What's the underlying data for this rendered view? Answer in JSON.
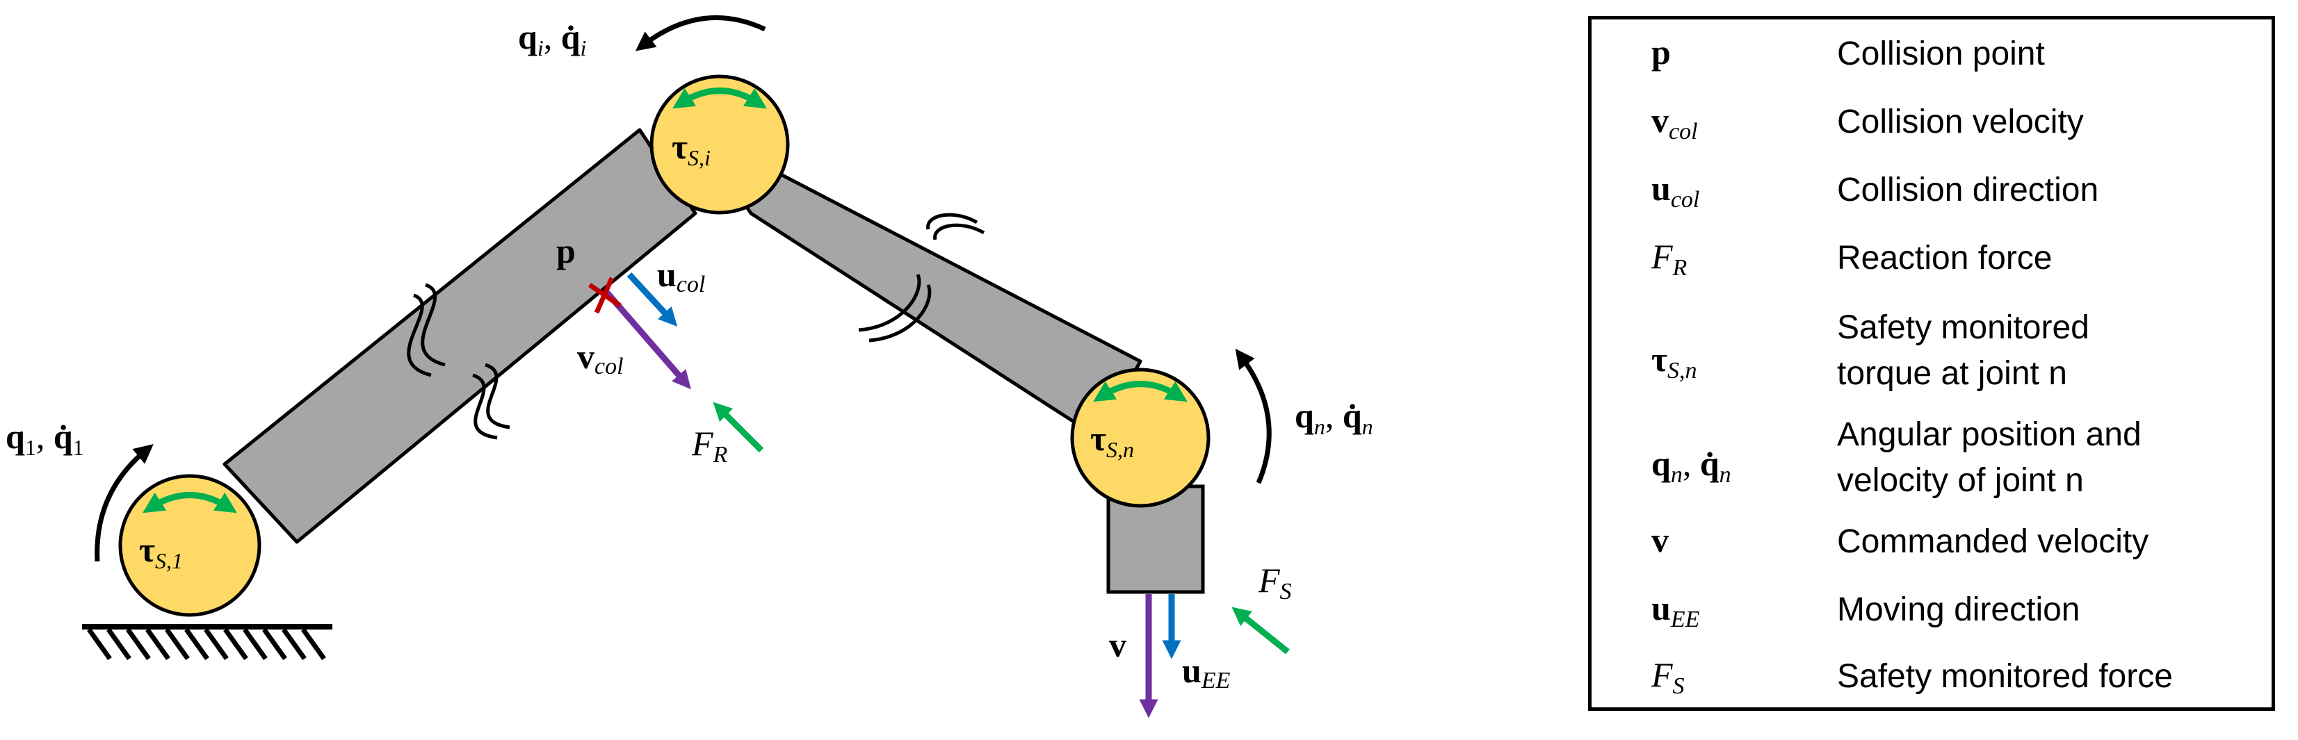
{
  "diagram": {
    "labels": {
      "p": "p",
      "v": "v",
      "u": "u",
      "F": "F",
      "q": "q",
      "q_dot": "q̇",
      "tau": "τ",
      "sub_col": "col",
      "sub_R": "R",
      "sub_S": "S",
      "sub_EE": "EE",
      "sub_1": "1",
      "sub_i": "i",
      "sub_n": "n",
      "sub_S1": "S,1",
      "sub_Si": "S,i",
      "sub_Sn": "S,n",
      "comma": ","
    }
  },
  "legend": {
    "rows": [
      {
        "symbol": "p",
        "sub": "",
        "description": "Collision point"
      },
      {
        "symbol": "v",
        "sub": "col",
        "description": "Collision velocity"
      },
      {
        "symbol": "u",
        "sub": "col",
        "description": "Collision direction"
      },
      {
        "symbol": "F",
        "sub": "R",
        "description": "Reaction force"
      },
      {
        "symbol": "τ",
        "sub": "S,n",
        "description": "Safety monitored",
        "description2": "torque at joint n"
      },
      {
        "symbol": "q",
        "symbol2": "q̇",
        "sub": "n",
        "description": "Angular position and",
        "description2": "velocity of joint n"
      },
      {
        "symbol": "v",
        "sub": "",
        "description": "Commanded velocity"
      },
      {
        "symbol": "u",
        "sub": "EE",
        "description": "Moving direction"
      },
      {
        "symbol": "F",
        "sub": "S",
        "description": "Safety monitored force"
      }
    ]
  },
  "colors": {
    "link_gray": "#a6a6a6",
    "joint_yellow": "#ffd966",
    "green": "#00b050",
    "blue": "#0070c0",
    "purple": "#7030a0",
    "red": "#c00000"
  }
}
